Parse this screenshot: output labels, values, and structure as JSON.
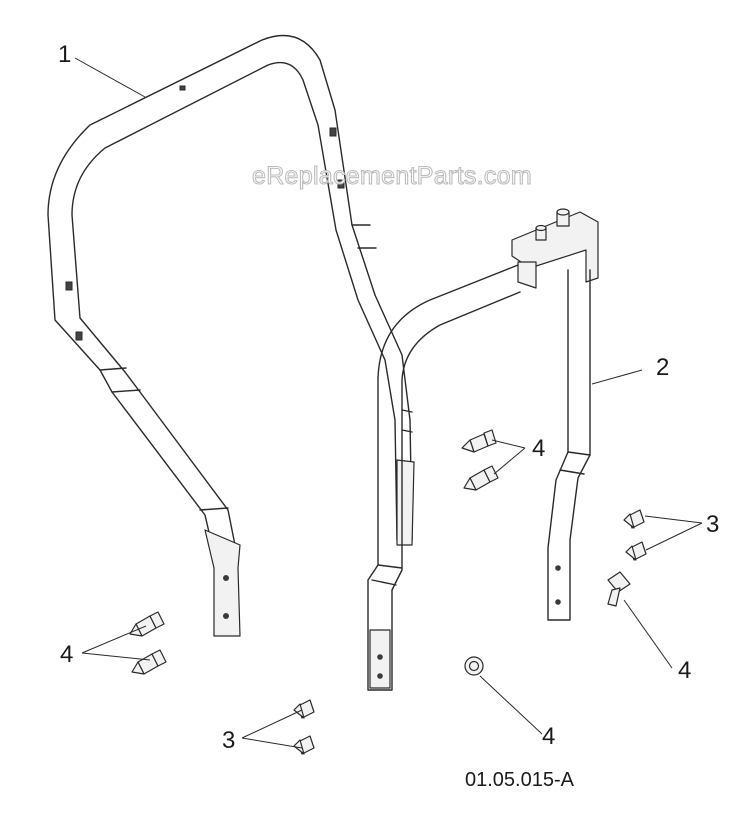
{
  "watermark": "eReplacementParts.com",
  "drawing_code": "01.05.015-A",
  "callouts": [
    "1",
    "2",
    "3",
    "3",
    "4",
    "4",
    "4",
    "4"
  ],
  "colors": {
    "line": "#2a2a2a",
    "watermark_outline": "#bdbdbd",
    "background": "#ffffff"
  }
}
